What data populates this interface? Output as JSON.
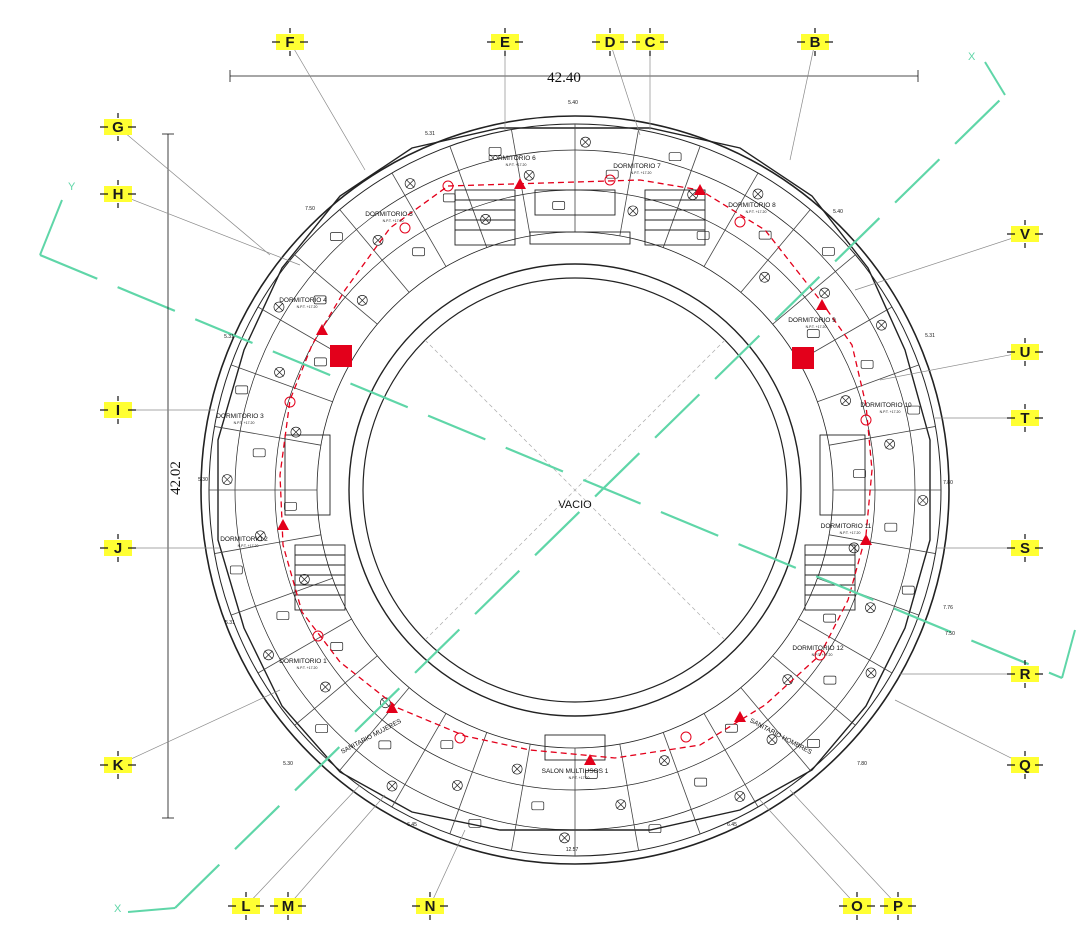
{
  "plan": {
    "center_label": "VACIO",
    "overall_width": "42.40",
    "overall_height": "42.02",
    "grid_axes": [
      "F",
      "E",
      "D",
      "C",
      "B",
      "G",
      "H",
      "V",
      "U",
      "I",
      "T",
      "J",
      "S",
      "R",
      "K",
      "Q",
      "L",
      "M",
      "N",
      "O",
      "P"
    ],
    "rooms": [
      {
        "name": "DORMITORIO 1",
        "level": "N.P.T. +17.20"
      },
      {
        "name": "DORMITORIO 2",
        "level": "N.P.T. +17.20"
      },
      {
        "name": "DORMITORIO 3",
        "level": "N.P.T. +17.20"
      },
      {
        "name": "DORMITORIO 4",
        "level": "N.P.T. +17.20"
      },
      {
        "name": "DORMITORIO 5",
        "level": "N.P.T. +17.20"
      },
      {
        "name": "DORMITORIO 6",
        "level": "N.P.T. +17.20"
      },
      {
        "name": "DORMITORIO 7",
        "level": "N.P.T. +17.20"
      },
      {
        "name": "DORMITORIO 8",
        "level": "N.P.T. +17.20"
      },
      {
        "name": "DORMITORIO 9",
        "level": "N.P.T. +17.20"
      },
      {
        "name": "DORMITORIO 10",
        "level": "N.P.T. +17.20"
      },
      {
        "name": "DORMITORIO 11",
        "level": "N.P.T. +17.20"
      },
      {
        "name": "DORMITORIO 12",
        "level": "N.P.T. +17.20"
      },
      {
        "name": "SALON MULTIUSOS 1",
        "level": "N.P.T. +17.20"
      },
      {
        "name": "SANITARIO MUJERES",
        "level": ""
      },
      {
        "name": "SANITARIO HOMBRES",
        "level": ""
      }
    ],
    "dimensions": [
      "5.40",
      "5.31",
      "7.50",
      "5.40",
      "5.31",
      "5.30",
      "7.80",
      "7.76",
      "5.31",
      "7.50",
      "6.45",
      "12.57",
      "6.45",
      "7.80",
      "5.30",
      "5.31"
    ],
    "ucs": {
      "x": "X",
      "y": "Y"
    },
    "colors": {
      "axis_fill": "#ffff33",
      "evacuation": "#e3001b",
      "center_line": "#5fd6a8",
      "linework": "#222222",
      "leader": "#8a8a8a"
    }
  }
}
